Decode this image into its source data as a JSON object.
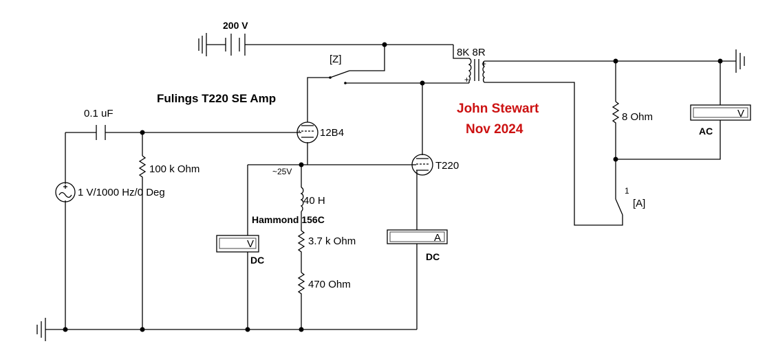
{
  "title": "Fulings T220 SE Amp",
  "author": "John Stewart",
  "date": "Nov 2024",
  "accent_color": "#cc1111",
  "supply": {
    "label": "200 V"
  },
  "transformer": {
    "label": "8K 8R",
    "pol_a": "+",
    "pol_b": "+"
  },
  "switch_z": {
    "label": "[Z]"
  },
  "switch_a": {
    "label": "[A]",
    "mark": "1"
  },
  "coupling_cap": {
    "label": "0.1 uF"
  },
  "grid_resistor": {
    "label": "100 k Ohm"
  },
  "source": {
    "label": "1 V/1000 Hz/0 Deg"
  },
  "driver_tube": {
    "label": "12B4"
  },
  "output_tube": {
    "label": "T220"
  },
  "node_voltage": {
    "label": "~25V"
  },
  "choke": {
    "label": "40 H",
    "part": "Hammond 156C"
  },
  "r_mid": {
    "label": "3.7 k Ohm"
  },
  "r_low": {
    "label": "470  Ohm"
  },
  "load": {
    "label": "8  Ohm"
  },
  "voltmeter_dc": {
    "unit": "V",
    "mode": "DC"
  },
  "ammeter_dc": {
    "unit": "A",
    "mode": "DC"
  },
  "voltmeter_ac": {
    "unit": "V",
    "mode": "AC"
  }
}
